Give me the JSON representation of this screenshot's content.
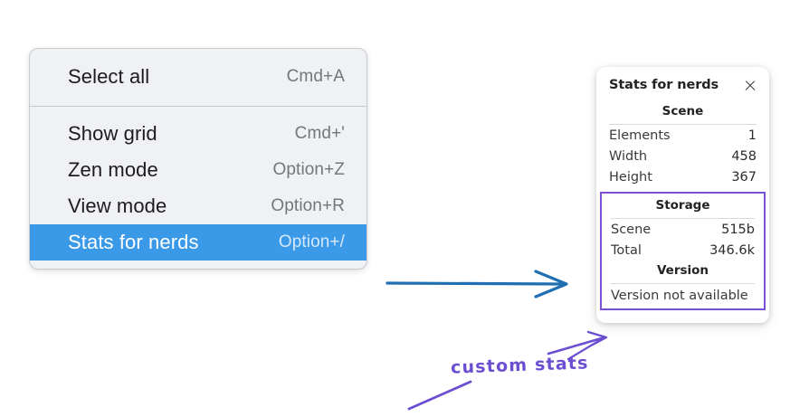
{
  "context_menu": {
    "name": "context-menu",
    "groups": [
      {
        "items": [
          {
            "label": "Select all",
            "shortcut": "Cmd+A",
            "selected": false
          }
        ]
      },
      {
        "items": [
          {
            "label": "Show grid",
            "shortcut": "Cmd+'",
            "selected": false
          },
          {
            "label": "Zen mode",
            "shortcut": "Option+Z",
            "selected": false
          },
          {
            "label": "View mode",
            "shortcut": "Option+R",
            "selected": false
          },
          {
            "label": "Stats for nerds",
            "shortcut": "Option+/",
            "selected": true
          }
        ]
      }
    ]
  },
  "stats_panel": {
    "title": "Stats for nerds",
    "close_icon": "close-icon",
    "scene": {
      "heading": "Scene",
      "rows": [
        {
          "label": "Elements",
          "value": "1"
        },
        {
          "label": "Width",
          "value": "458"
        },
        {
          "label": "Height",
          "value": "367"
        }
      ]
    },
    "storage": {
      "heading": "Storage",
      "rows": [
        {
          "label": "Scene",
          "value": "515b"
        },
        {
          "label": "Total",
          "value": "346.6k"
        }
      ]
    },
    "version": {
      "heading": "Version",
      "note": "Version not available"
    }
  },
  "annotations": {
    "label": "custom stats",
    "arrow_blue": "blue-arrow-right",
    "arrow_purple_a": "purple-arrow-to-panel",
    "arrow_purple_b": "purple-tick-line"
  },
  "colors": {
    "menu_background": "#f0f1f3",
    "menu_border": "#c6cbd2",
    "menu_highlight": "#3b9ae8",
    "menu_highlight_text": "#ffffff",
    "menu_shortcut_text": "#73777c",
    "panel_background": "#ffffff",
    "panel_rule": "#dadade",
    "annotation_purple": "#6b4fd0",
    "annotation_blue": "#1f6fb2",
    "page_background": "#ffffff"
  }
}
